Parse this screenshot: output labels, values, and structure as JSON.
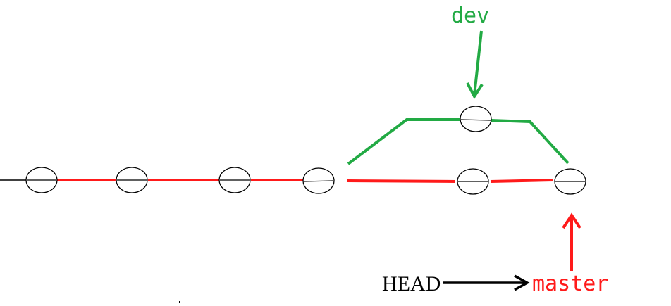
{
  "labels": {
    "dev": "dev",
    "head": "HEAD",
    "master": "master"
  },
  "colors": {
    "master_branch": "#ff1a1a",
    "dev_branch": "#22aa44",
    "commit_outline": "#000000",
    "head_arrow": "#000000"
  }
}
